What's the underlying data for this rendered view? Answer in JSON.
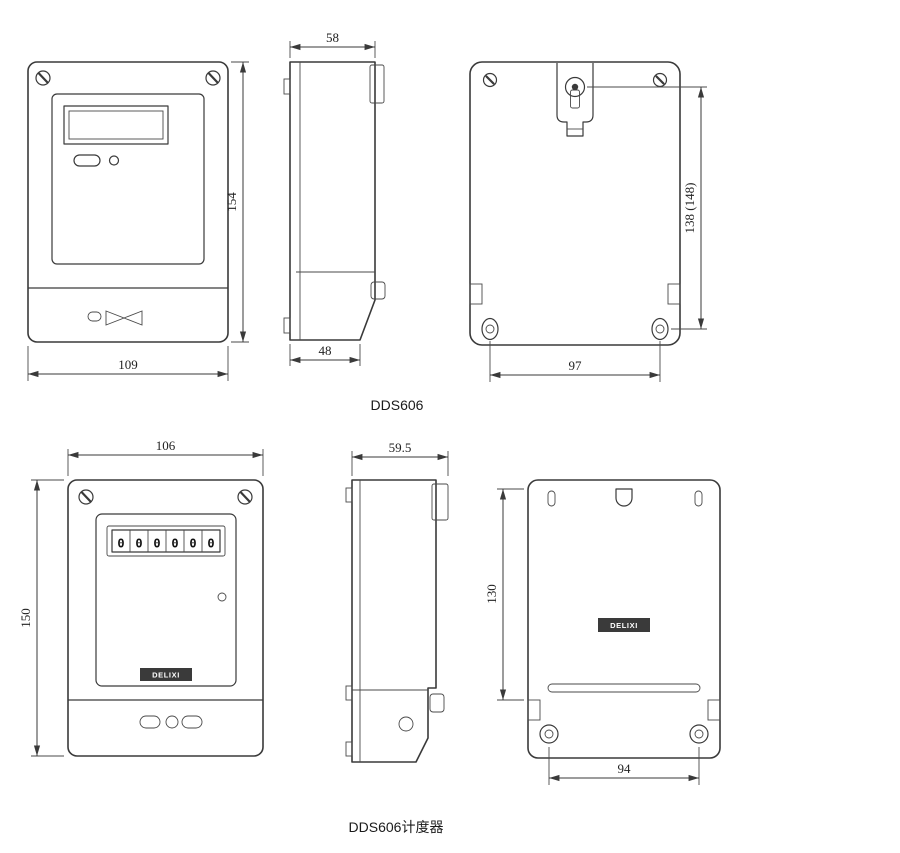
{
  "ink": "#3a3a3a",
  "background": "#ffffff",
  "captions": {
    "top": "DDS606",
    "bottom": "DDS606计度器"
  },
  "top_front": {
    "height": "154",
    "width": "109"
  },
  "top_side": {
    "top_width": "58",
    "bottom_width": "48"
  },
  "top_back": {
    "height": "138 (148)",
    "width": "97"
  },
  "bottom_front": {
    "width": "106",
    "height": "150",
    "brand": "DELIXI",
    "digits": [
      "0",
      "0",
      "0",
      "0",
      "0",
      "0"
    ]
  },
  "bottom_side": {
    "width": "59.5"
  },
  "bottom_back": {
    "height": "130",
    "width": "94",
    "brand": "DELIXI"
  }
}
